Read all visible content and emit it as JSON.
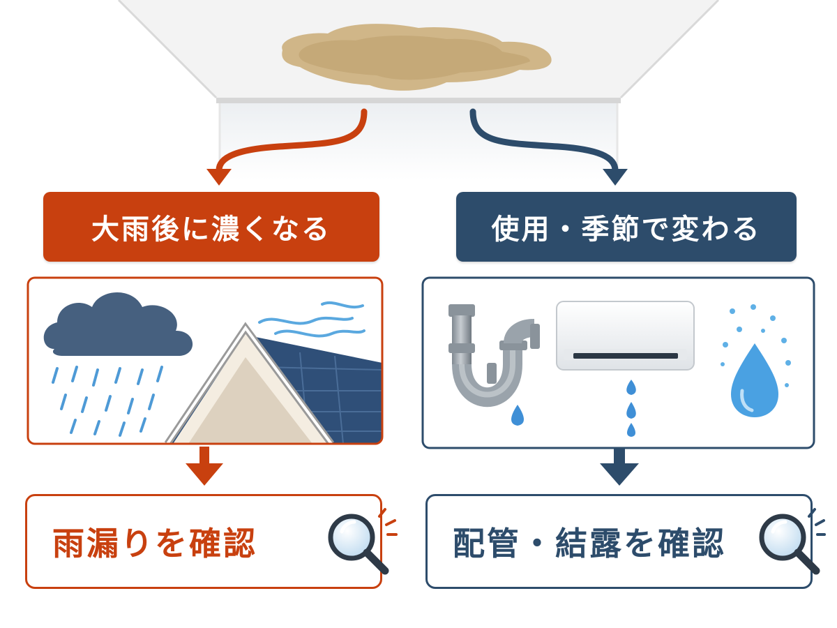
{
  "left_branch": {
    "cause_label": "大雨後に濃くなる",
    "check_label": "雨漏りを確認",
    "color": "#c8400f",
    "icons": [
      "rain-cloud-icon",
      "roof-icon",
      "wind-icon"
    ]
  },
  "right_branch": {
    "cause_label": "使用・季節で変わる",
    "check_label": "配管・結露を確認",
    "color": "#2d4c6b",
    "icons": [
      "drain-pipe-icon",
      "air-conditioner-icon",
      "water-drop-icon"
    ]
  },
  "ceiling_stain_color": "#cdb282",
  "magnifier_icon": "magnifying-glass-icon"
}
